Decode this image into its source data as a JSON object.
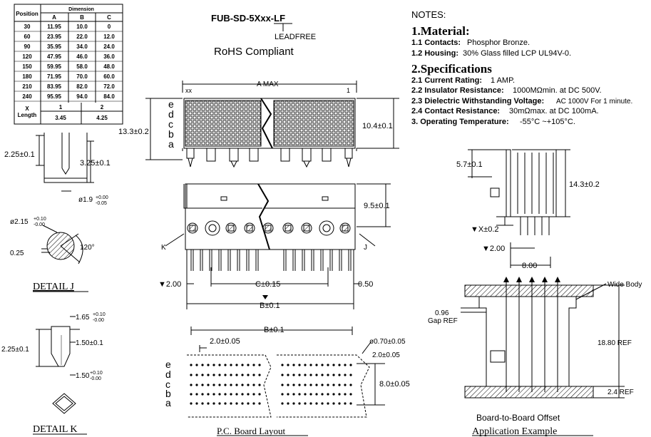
{
  "table": {
    "header_position": "Position",
    "header_dimension": "Dimension",
    "col_a": "A",
    "col_b": "B",
    "col_c": "C",
    "rows": [
      [
        "30",
        "11.95",
        "10.0",
        "0"
      ],
      [
        "60",
        "23.95",
        "22.0",
        "12.0"
      ],
      [
        "90",
        "35.95",
        "34.0",
        "24.0"
      ],
      [
        "120",
        "47.95",
        "46.0",
        "36.0"
      ],
      [
        "150",
        "59.95",
        "58.0",
        "48.0"
      ],
      [
        "180",
        "71.95",
        "70.0",
        "60.0"
      ],
      [
        "210",
        "83.95",
        "82.0",
        "72.0"
      ],
      [
        "240",
        "95.95",
        "94.0",
        "84.0"
      ]
    ],
    "x_label": "X",
    "length_label": "Length",
    "x_val_1": "1",
    "x_val_2": "2",
    "len_val_1": "3.45",
    "len_val_2": "4.25"
  },
  "part": {
    "number": "FUB-SD-5Xxx-LF",
    "leadfree": "LEADFREE",
    "rohs": "RoHS Compliant"
  },
  "notes": {
    "title": "NOTES:",
    "material_title": "1.Material:",
    "m1_label": "1.1 Contacts:",
    "m1_value": "Phosphor Bronze.",
    "m2_label": "1.2 Housing:",
    "m2_value": "30% Glass filled LCP UL94V-0.",
    "spec_title": "2.Specifications",
    "s1_label": "2.1 Current Rating:",
    "s1_value": "1 AMP.",
    "s2_label": "2.2 Insulator Resistance:",
    "s2_value": "1000MΩmin. at DC 500V.",
    "s3_label": "2.3 Dielectric Withstanding Voltage:",
    "s3_value": "AC 1000V For 1 minute.",
    "s4_label": "2.4 Contact Resistance:",
    "s4_value": "30mΩmax. at DC 100mA.",
    "s5_label": "3. Operating Temperature:",
    "s5_value": "-55°C ~+105°C."
  },
  "dims": {
    "d_225": "2.25±0.1",
    "d_325": "3.25±0.1",
    "d_19": "ø1.9",
    "d_19_tol_up": "+0.00",
    "d_19_tol_dn": "-0.05",
    "d_215": "ø2.15",
    "d_215_tol_up": "+0.10",
    "d_215_tol_dn": "-0.00",
    "d_025": "0.25",
    "d_120": "120°",
    "detail_j": "DETAIL J",
    "d_165": "1.65",
    "d_165_tol_up": "+0.10",
    "d_165_tol_dn": "-0.00",
    "d_150": "1.50±0.1",
    "d_150b": "1.50",
    "d_150b_tol_up": "+0.10",
    "d_150b_tol_dn": "-0.00",
    "detail_k": "DETAIL K",
    "a_max": "A MAX",
    "xx": "xx",
    "one": "1",
    "rows_e": "e",
    "rows_d": "d",
    "rows_c": "c",
    "rows_b": "b",
    "rows_a": "a",
    "d_133": "13.3±0.2",
    "d_104": "10.4±0.1",
    "d_95": "9.5±0.1",
    "k": "K",
    "j": "J",
    "d_200": "▼2.00",
    "d_c": "C±0.15",
    "d_050": "0.50",
    "d_b": "B±0.1",
    "pcb_b": "B±0.1",
    "pcb_20": "2.0±0.05",
    "pcb_070": "ø0.70±0.05",
    "pcb_20b": "2.0±0.05",
    "pcb_80": "8.0±0.05",
    "pcb_title": "P.C. Board Layout",
    "side_57": "5.7±0.1",
    "side_143": "14.3±0.2",
    "side_x": "▼X±0.2",
    "side_200": "▼2.00",
    "side_800": "8.00",
    "app_wide": "Wide Body",
    "app_096": "0.96",
    "app_gap": "Gap REF",
    "app_188": "18.80 REF",
    "app_24": "2.4 REF",
    "app_offset": "Board-to-Board Offset",
    "app_title": "Application Example"
  }
}
